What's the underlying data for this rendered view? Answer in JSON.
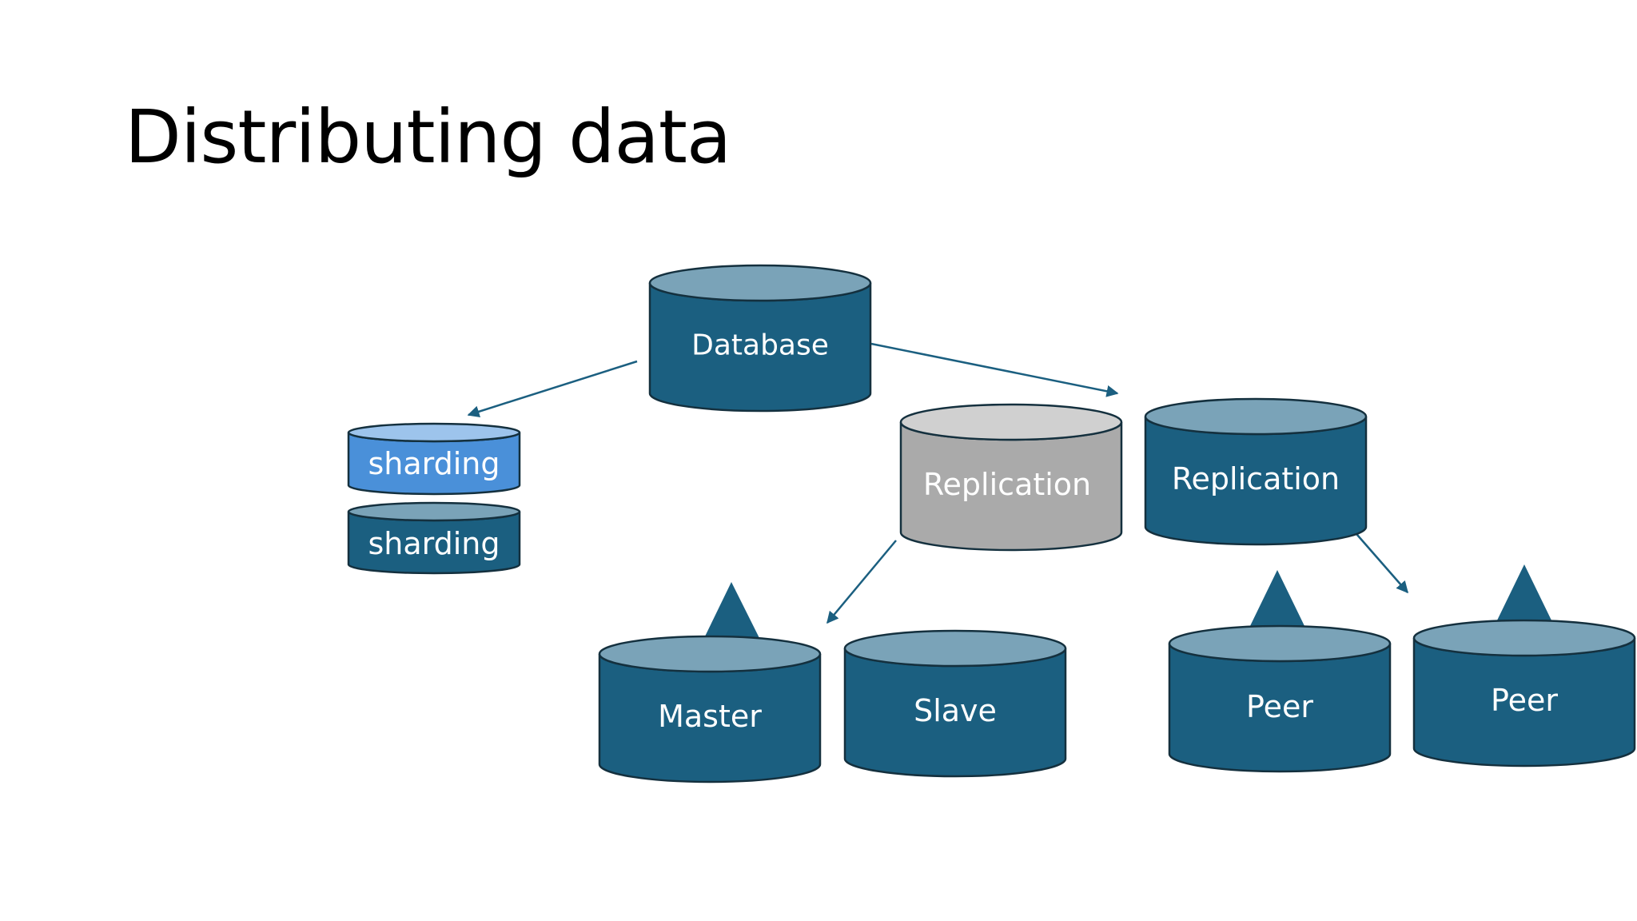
{
  "slide": {
    "title": "Distributing data"
  },
  "diagram": {
    "colors": {
      "body_dark": "#1b5f80",
      "top_dark": "#7aa3b8",
      "body_light": "#4a90d9",
      "top_light": "#9dc4ec",
      "body_gray": "#aaaaaa",
      "top_gray": "#d0d0d0",
      "outline": "#14303e",
      "arrow": "#1b5f80",
      "label": "#ffffff"
    },
    "nodes": {
      "database": {
        "label": "Database"
      },
      "sharding_1": {
        "label": "sharding"
      },
      "sharding_2": {
        "label": "sharding"
      },
      "replication_gray": {
        "label": "Replication"
      },
      "replication_blue": {
        "label": "Replication"
      },
      "master": {
        "label": "Master"
      },
      "slave": {
        "label": "Slave"
      },
      "peer_1": {
        "label": "Peer"
      },
      "peer_2": {
        "label": "Peer"
      }
    }
  }
}
